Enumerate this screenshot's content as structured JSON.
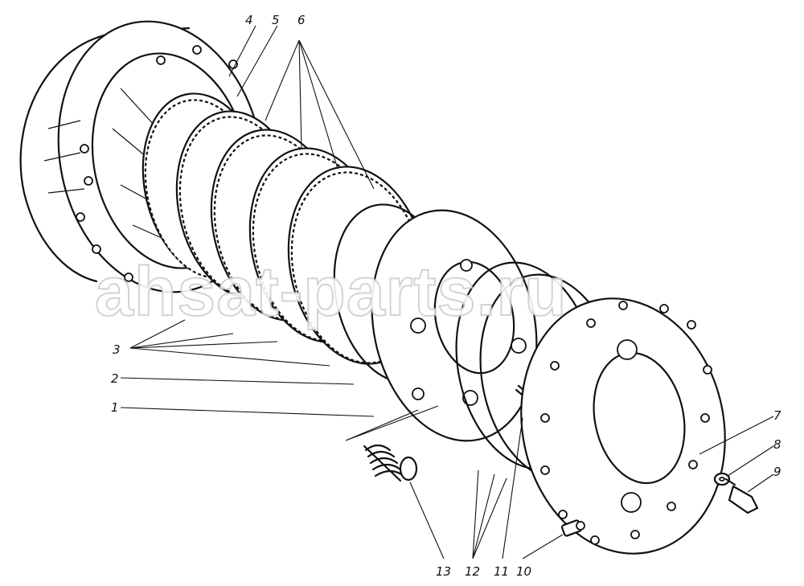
{
  "watermark": "ahsat-parts.ru",
  "callouts": {
    "c1": "1",
    "c2": "2",
    "c3": "3",
    "c4": "4",
    "c5": "5",
    "c6": "6",
    "c7": "7",
    "c8": "8",
    "c9": "9",
    "c10": "10",
    "c11": "11",
    "c12": "12",
    "c13": "13"
  }
}
